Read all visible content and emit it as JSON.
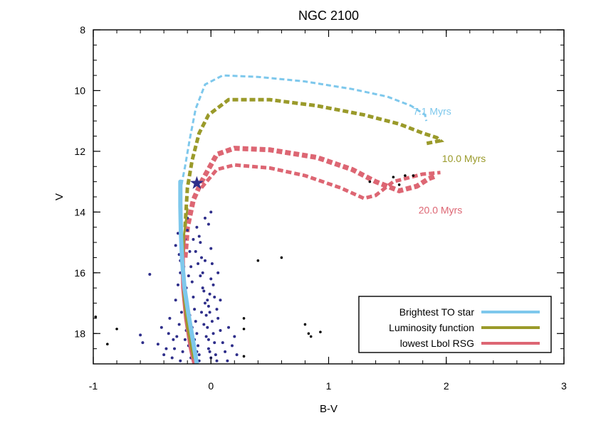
{
  "chart_data": {
    "type": "scatter",
    "title": "NGC 2100",
    "xlabel": "B-V",
    "ylabel": "V",
    "xlim": [
      -1.0,
      3.0
    ],
    "ylim": [
      19.0,
      8.0
    ],
    "y_inverted": true,
    "xticks": [
      -1,
      0,
      1,
      2,
      3
    ],
    "xtick_labels": [
      "-1",
      "0",
      "1",
      "2",
      "3"
    ],
    "yticks": [
      8,
      10,
      12,
      14,
      16,
      18
    ],
    "ytick_labels": [
      "8",
      "10",
      "12",
      "14",
      "16",
      "18"
    ],
    "grid": false,
    "legend_position": "bottom-right",
    "legend": [
      {
        "label": "Brightest TO star",
        "color": "#7ec8ec"
      },
      {
        "label": "Luminosity function",
        "color": "#9a9a2a"
      },
      {
        "label": "lowest Lbol RSG",
        "color": "#dd6673"
      }
    ],
    "isochrones": [
      {
        "name": "7.1 Myrs",
        "color": "#7ec8ec",
        "label_at": [
          1.88,
          10.8
        ],
        "points": [
          [
            -0.25,
            13.1
          ],
          [
            -0.22,
            12.5
          ],
          [
            -0.18,
            11.6
          ],
          [
            -0.13,
            10.6
          ],
          [
            -0.05,
            9.8
          ],
          [
            0.1,
            9.5
          ],
          [
            0.4,
            9.55
          ],
          [
            0.8,
            9.7
          ],
          [
            1.2,
            9.95
          ],
          [
            1.5,
            10.2
          ],
          [
            1.7,
            10.5
          ],
          [
            1.82,
            10.8
          ],
          [
            1.83,
            11.0
          ]
        ]
      },
      {
        "name": "10.0 Myrs",
        "color": "#9a9a2a",
        "label_at": [
          2.15,
          12.35
        ],
        "points": [
          [
            -0.22,
            14.5
          ],
          [
            -0.2,
            13.2
          ],
          [
            -0.16,
            12.3
          ],
          [
            -0.1,
            11.4
          ],
          [
            -0.02,
            10.8
          ],
          [
            0.15,
            10.3
          ],
          [
            0.5,
            10.3
          ],
          [
            0.9,
            10.5
          ],
          [
            1.3,
            10.8
          ],
          [
            1.6,
            11.1
          ],
          [
            1.8,
            11.4
          ],
          [
            1.92,
            11.55
          ],
          [
            1.95,
            11.65
          ],
          [
            1.82,
            11.75
          ]
        ]
      },
      {
        "name": "20.0 Myrs",
        "color": "#dd6673",
        "label_at": [
          1.95,
          14.05
        ],
        "points": [
          [
            -0.22,
            15.5
          ],
          [
            -0.2,
            14.5
          ],
          [
            -0.15,
            13.6
          ],
          [
            -0.08,
            13.0
          ],
          [
            0.05,
            12.1
          ],
          [
            0.2,
            11.9
          ],
          [
            0.5,
            11.95
          ],
          [
            0.9,
            12.2
          ],
          [
            1.2,
            12.6
          ],
          [
            1.4,
            13.0
          ],
          [
            1.6,
            13.3
          ],
          [
            1.75,
            13.15
          ],
          [
            1.85,
            12.9
          ],
          [
            1.92,
            12.8
          ]
        ]
      },
      {
        "name": "",
        "color": "#dd6673",
        "points": [
          [
            -0.08,
            13.2
          ],
          [
            0.05,
            12.6
          ],
          [
            0.2,
            12.45
          ],
          [
            0.5,
            12.55
          ],
          [
            0.8,
            12.8
          ],
          [
            1.1,
            13.2
          ],
          [
            1.3,
            13.55
          ],
          [
            1.4,
            13.45
          ],
          [
            1.55,
            13.0
          ],
          [
            1.8,
            12.75
          ],
          [
            1.95,
            12.7
          ]
        ]
      }
    ],
    "main_sequence_tracks": [
      {
        "color": "#dd6673",
        "points": [
          [
            -0.23,
            14.8
          ],
          [
            -0.24,
            15.5
          ],
          [
            -0.235,
            16.5
          ],
          [
            -0.21,
            17.5
          ],
          [
            -0.17,
            18.5
          ],
          [
            -0.14,
            19.0
          ]
        ]
      },
      {
        "color": "#9a9a2a",
        "points": [
          [
            -0.2,
            13.9
          ],
          [
            -0.23,
            14.8
          ],
          [
            -0.24,
            15.8
          ],
          [
            -0.23,
            16.8
          ],
          [
            -0.2,
            17.8
          ],
          [
            -0.15,
            18.8
          ]
        ]
      },
      {
        "color": "#7ec8ec",
        "points": [
          [
            -0.26,
            13.0
          ],
          [
            -0.26,
            13.8
          ],
          [
            -0.255,
            14.7
          ],
          [
            -0.245,
            15.6
          ],
          [
            -0.225,
            16.5
          ],
          [
            -0.19,
            17.4
          ],
          [
            -0.15,
            18.3
          ],
          [
            -0.12,
            19.0
          ]
        ]
      }
    ],
    "highlight_star": {
      "x": -0.12,
      "y": 13.05,
      "color": "#2e2e8a"
    },
    "scatter_navy": {
      "color": "#2e2e8a",
      "points": [
        [
          -0.52,
          16.05
        ],
        [
          -0.3,
          15.1
        ],
        [
          -0.28,
          14.7
        ],
        [
          -0.2,
          14.2
        ],
        [
          -0.12,
          14.5
        ],
        [
          -0.05,
          14.2
        ],
        [
          -0.02,
          14.4
        ],
        [
          0.0,
          14.0
        ],
        [
          -0.32,
          18.2
        ],
        [
          -0.38,
          18.5
        ],
        [
          -0.45,
          18.35
        ],
        [
          -0.58,
          18.3
        ],
        [
          -0.6,
          18.05
        ],
        [
          -0.42,
          17.8
        ],
        [
          -0.35,
          17.5
        ],
        [
          -0.3,
          16.9
        ],
        [
          -0.28,
          16.4
        ],
        [
          -0.26,
          16.0
        ],
        [
          -0.26,
          15.6
        ],
        [
          -0.24,
          15.2
        ],
        [
          -0.22,
          14.9
        ],
        [
          -0.2,
          14.6
        ],
        [
          -0.18,
          15.3
        ],
        [
          -0.17,
          15.8
        ],
        [
          -0.16,
          16.3
        ],
        [
          -0.15,
          16.8
        ],
        [
          -0.14,
          17.2
        ],
        [
          -0.13,
          17.6
        ],
        [
          -0.12,
          18.0
        ],
        [
          -0.11,
          18.4
        ],
        [
          -0.1,
          18.7
        ],
        [
          -0.09,
          15.0
        ],
        [
          -0.08,
          15.5
        ],
        [
          -0.07,
          16.0
        ],
        [
          -0.06,
          16.6
        ],
        [
          -0.05,
          17.0
        ],
        [
          -0.04,
          17.4
        ],
        [
          -0.03,
          17.8
        ],
        [
          -0.02,
          18.2
        ],
        [
          -0.01,
          18.6
        ],
        [
          0.0,
          15.2
        ],
        [
          0.01,
          15.7
        ],
        [
          0.0,
          16.2
        ],
        [
          -0.01,
          16.7
        ],
        [
          -0.02,
          17.1
        ],
        [
          0.01,
          17.6
        ],
        [
          0.02,
          18.0
        ],
        [
          0.03,
          18.3
        ],
        [
          0.04,
          18.7
        ],
        [
          0.05,
          18.9
        ],
        [
          -0.19,
          16.1
        ],
        [
          -0.21,
          16.5
        ],
        [
          -0.23,
          16.9
        ],
        [
          -0.25,
          17.3
        ],
        [
          -0.27,
          17.7
        ],
        [
          -0.29,
          18.1
        ],
        [
          -0.31,
          18.5
        ],
        [
          -0.33,
          18.8
        ],
        [
          -0.2,
          17.0
        ],
        [
          -0.18,
          17.4
        ],
        [
          -0.16,
          17.8
        ],
        [
          -0.14,
          18.2
        ],
        [
          -0.12,
          18.6
        ],
        [
          -0.1,
          18.9
        ],
        [
          -0.08,
          17.3
        ],
        [
          -0.06,
          17.7
        ],
        [
          -0.04,
          18.1
        ],
        [
          -0.02,
          18.5
        ],
        [
          0.0,
          18.8
        ],
        [
          0.06,
          17.5
        ],
        [
          0.08,
          17.9
        ],
        [
          0.1,
          18.3
        ],
        [
          0.12,
          18.6
        ],
        [
          0.14,
          18.9
        ],
        [
          -0.22,
          18.2
        ],
        [
          -0.24,
          18.6
        ],
        [
          -0.26,
          18.9
        ],
        [
          -0.15,
          14.9
        ],
        [
          -0.13,
          15.3
        ],
        [
          -0.11,
          15.7
        ],
        [
          -0.09,
          16.1
        ],
        [
          -0.07,
          16.5
        ],
        [
          -0.03,
          16.9
        ],
        [
          -0.01,
          17.3
        ],
        [
          0.02,
          16.4
        ],
        [
          0.03,
          16.8
        ],
        [
          0.05,
          17.2
        ],
        [
          -0.17,
          18.8
        ],
        [
          -0.19,
          18.4
        ],
        [
          -0.21,
          17.9
        ],
        [
          0.18,
          18.4
        ],
        [
          0.22,
          18.7
        ],
        [
          0.08,
          16.9
        ],
        [
          0.06,
          16.0
        ],
        [
          -0.05,
          15.6
        ],
        [
          -0.1,
          14.8
        ],
        [
          -0.23,
          15.8
        ],
        [
          -0.27,
          15.4
        ],
        [
          0.15,
          17.8
        ],
        [
          0.2,
          18.1
        ],
        [
          -0.36,
          18.0
        ],
        [
          -0.4,
          18.7
        ]
      ]
    },
    "scatter_black": {
      "color": "#000000",
      "points": [
        [
          -0.98,
          17.45
        ],
        [
          -0.8,
          17.85
        ],
        [
          -0.88,
          18.35
        ],
        [
          0.28,
          18.75
        ],
        [
          0.4,
          15.6
        ],
        [
          0.6,
          15.5
        ],
        [
          0.8,
          17.7
        ],
        [
          0.83,
          18.0
        ],
        [
          0.85,
          18.1
        ],
        [
          0.93,
          17.95
        ],
        [
          0.28,
          17.5
        ],
        [
          0.28,
          17.85
        ],
        [
          1.35,
          13.0
        ],
        [
          1.55,
          12.85
        ],
        [
          1.65,
          12.8
        ],
        [
          1.72,
          12.8
        ],
        [
          1.6,
          13.1
        ]
      ]
    }
  }
}
